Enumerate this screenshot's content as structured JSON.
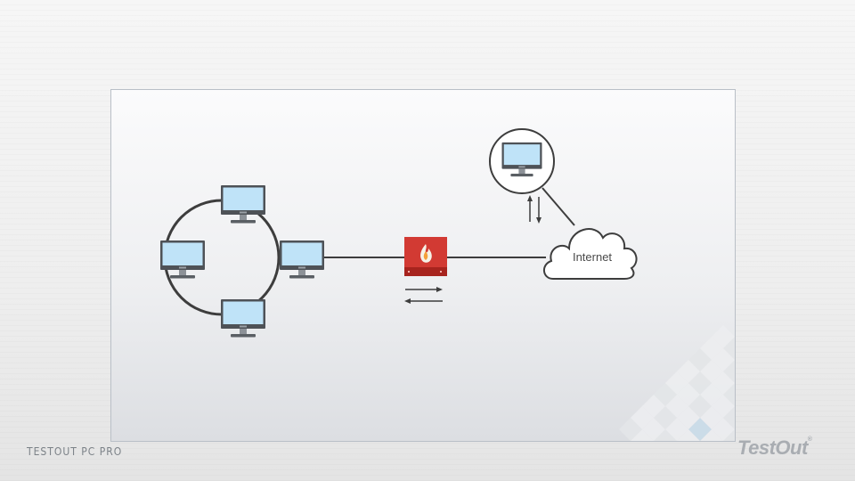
{
  "footer": {
    "label": "TESTOUT PC PRO"
  },
  "brand": {
    "name": "TestOut"
  },
  "diagram": {
    "cloud_label": "Internet",
    "nodes": [
      {
        "id": "ring-top",
        "type": "computer-icon"
      },
      {
        "id": "ring-left",
        "type": "computer-icon"
      },
      {
        "id": "ring-right",
        "type": "computer-icon"
      },
      {
        "id": "ring-bottom",
        "type": "computer-icon"
      },
      {
        "id": "firewall",
        "type": "firewall-icon"
      },
      {
        "id": "internet",
        "type": "cloud-icon"
      },
      {
        "id": "remote-host",
        "type": "computer-icon"
      }
    ],
    "colors": {
      "screen": "#bfe3f8",
      "monitor_frame": "#4e5257",
      "firewall": "#d23a33",
      "line": "#3d3d3d"
    }
  }
}
